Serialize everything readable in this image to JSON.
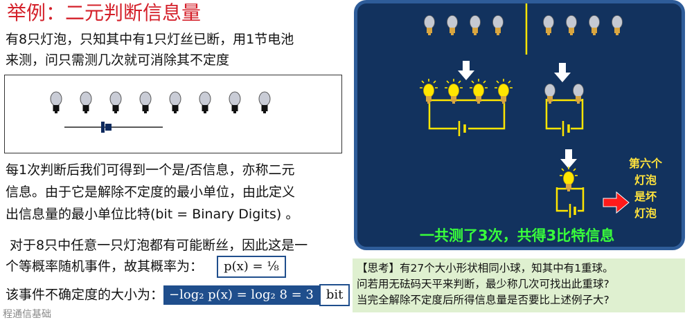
{
  "title": "举例：二元判断信息量",
  "intro_line1": "有8只灯泡，只知其中有1只灯丝已断，用1节电池",
  "intro_line2": "来测，问只需测几次就可消除其不定度",
  "explain_line1": "每1次判断后我们可得到一个是/否信息，亦称二元",
  "explain_line2": "信息。由于它是解除不定度的最小单位，由此定义",
  "explain_line3": "出信息量的最小单位比特(bit = Binary Digits) 。",
  "prob_line1": "对于8只中任意一只灯泡都有可能断丝，因此这是一",
  "prob_line2": "个等概率随机事件，故其概率为：",
  "prob_formula": "p(x) = ⅛",
  "uncert_label": "该事件不确定度的大小为：",
  "uncert_formula": "−log₂ p(x) = log₂ 8 = 3",
  "uncert_unit": "bit",
  "panel_result": "一共测了3次，共得3比特信息",
  "panel_side_label": [
    "第六个",
    "灯泡",
    "是坏",
    "灯泡"
  ],
  "think_line1": "【思考】有27个大小形状相同小球，知其中有1重球。",
  "think_line2": "问若用无砝码天平来判断，最少称几次可找出此重球?",
  "think_line3": "当完全解除不定度后所得信息量是否要比上述例子大?",
  "cutoff_text": "程通信基础",
  "colors": {
    "title": "#d4202a",
    "panel_bg": "#12325e",
    "panel_text": "#39ff3b",
    "side_label": "#ffe23d",
    "lit_bulb": "#ffe600",
    "think_bg": "#dff0d0"
  }
}
